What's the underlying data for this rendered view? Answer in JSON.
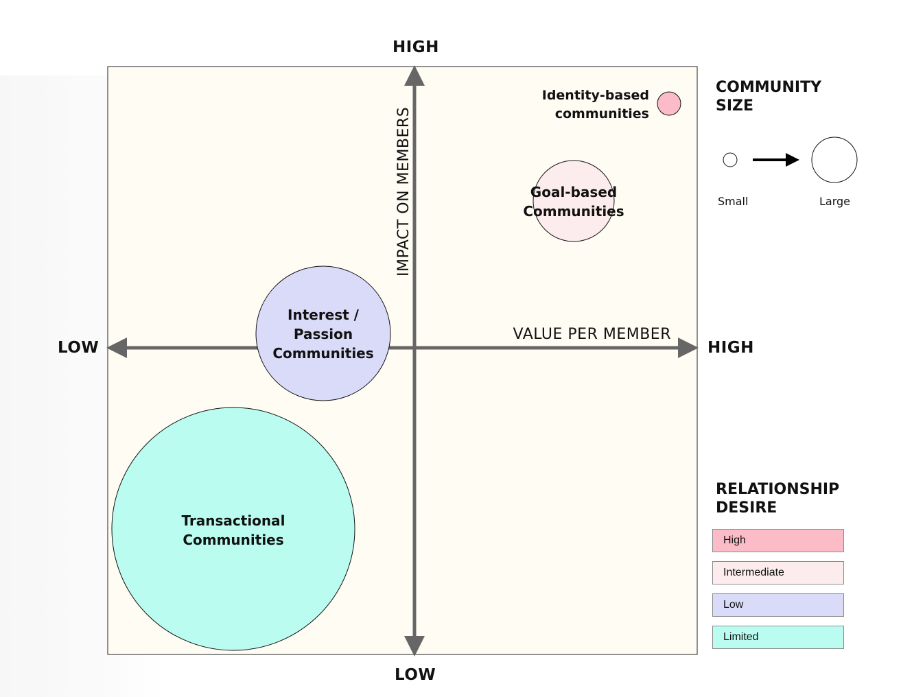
{
  "axes": {
    "y_title": "IMPACT ON MEMBERS",
    "x_title": "VALUE PER MEMBER",
    "y_high": "HIGH",
    "y_low": "LOW",
    "x_low": "LOW",
    "x_high": "HIGH"
  },
  "bubbles": [
    {
      "id": "identity",
      "lines": [
        "Identity-based",
        "communities"
      ],
      "relationship": "High"
    },
    {
      "id": "goal",
      "lines": [
        "Goal-based",
        "Communities"
      ],
      "relationship": "Intermediate"
    },
    {
      "id": "interest",
      "lines": [
        "Interest /",
        "Passion",
        "Communities"
      ],
      "relationship": "Low"
    },
    {
      "id": "transactional",
      "lines": [
        "Transactional",
        "Communities"
      ],
      "relationship": "Limited"
    }
  ],
  "legend": {
    "size_title_line1": "COMMUNITY",
    "size_title_line2": "SIZE",
    "size_small": "Small",
    "size_large": "Large",
    "relationship_title_line1": "RELATIONSHIP",
    "relationship_title_line2": "DESIRE",
    "relationship_levels": [
      {
        "label": "High",
        "color": "#fbbcc8"
      },
      {
        "label": "Intermediate",
        "color": "#fdeced"
      },
      {
        "label": "Low",
        "color": "#dadaf9"
      },
      {
        "label": "Limited",
        "color": "#bafcf0"
      }
    ]
  },
  "colors": {
    "plot_background": "#fffcf4",
    "axis": "#666666",
    "identity": "#fbbcc8",
    "goal": "#fdeced",
    "interest": "#dadaf9",
    "transactional": "#bafcf0"
  }
}
